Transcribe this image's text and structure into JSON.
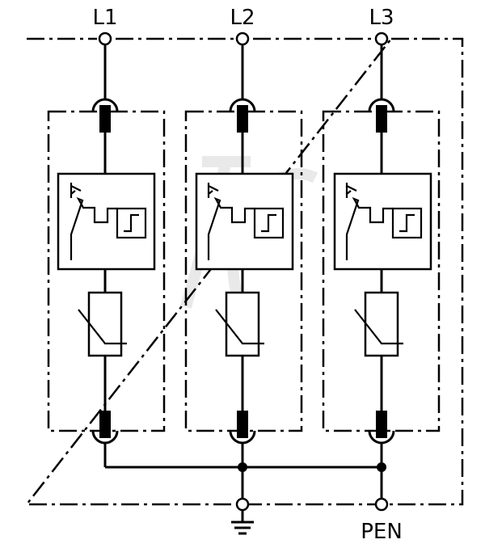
{
  "diagram": {
    "phase_labels": [
      "L1",
      "L2",
      "L3"
    ],
    "earth_symbol": "ground-icon",
    "pen_label": "PEN"
  }
}
